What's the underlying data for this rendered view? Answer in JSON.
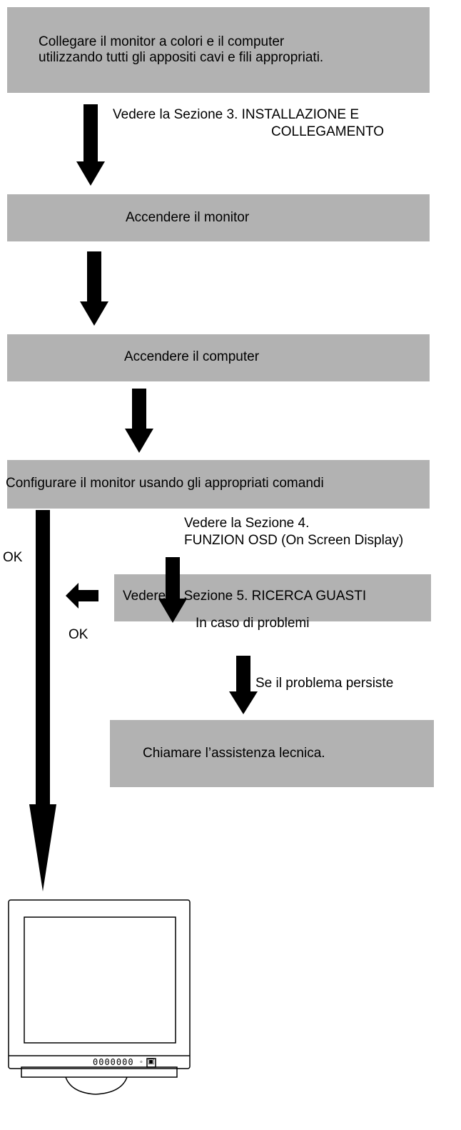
{
  "steps": {
    "connect": {
      "line1": "Collegare il monitor a colori e il computer",
      "line2": "utilizzando tutti gli appositi cavi e fili appropriati."
    },
    "power_monitor": "Accendere il monitor",
    "power_computer": "Accendere il computer",
    "configure": "Configurare il monitor usando gli appropriati comandi",
    "troubleshoot": "Vedere la Sezione 5. RICERCA GUASTI",
    "call_support": "Chiamare l’assistenza lecnica."
  },
  "notes": {
    "section3_line1": "Vedere la Sezione 3. INSTALLAZIONE E",
    "section3_line2": "COLLEGAMENTO",
    "section4_line1": "Vedere la Sezione 4.",
    "section4_line2": "FUNZION OSD (On Screen Display)",
    "problems": "In caso di problemi",
    "persists": "Se il problema persiste",
    "ok_main": "OK",
    "ok_side": "OK"
  },
  "monitor": {
    "buttons_label": "0000000",
    "power_symbol": "◦",
    "power_button": "▣"
  },
  "colors": {
    "box_fill": "#b2b2b2",
    "arrow": "#000000"
  }
}
